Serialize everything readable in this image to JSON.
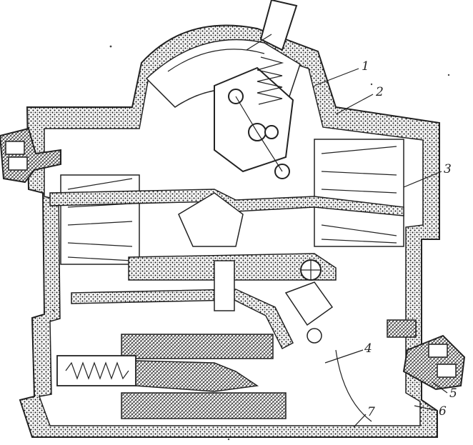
{
  "diagram": {
    "callouts": [
      {
        "id": "c1",
        "label": "1"
      },
      {
        "id": "c2",
        "label": "2"
      },
      {
        "id": "c3",
        "label": "3"
      },
      {
        "id": "c4",
        "label": "4"
      },
      {
        "id": "c5",
        "label": "5"
      },
      {
        "id": "c6",
        "label": "6"
      },
      {
        "id": "c7",
        "label": "7"
      }
    ],
    "colors": {
      "ink": "#222222",
      "housing_fill": "#3a3a3a",
      "paper": "#ffffff"
    }
  }
}
